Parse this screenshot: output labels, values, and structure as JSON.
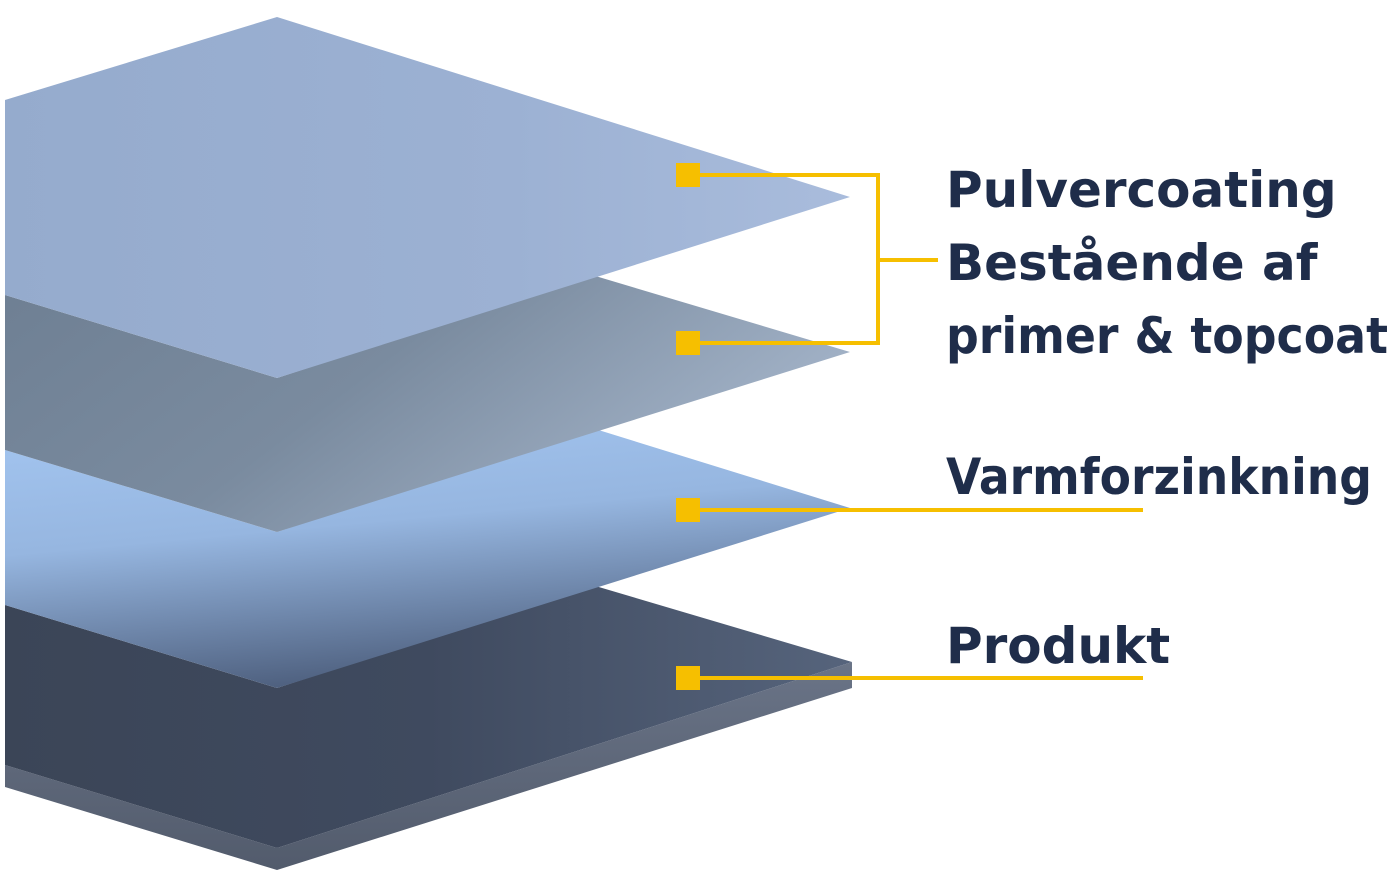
{
  "labels": {
    "coating_line1": "Pulvercoating",
    "coating_line2": "Bestående af",
    "coating_line3": "primer & topcoat",
    "galvanizing": "Varmforzinkning",
    "product": "Produkt"
  },
  "colors": {
    "text": "#1f2d4a",
    "connector": "#f6bf00",
    "topcoat_layer": "#9bb0d2",
    "primer_layer": "#7a8ea6",
    "zinc_layer": "#9dbfea",
    "product_layer": "#404c62"
  }
}
